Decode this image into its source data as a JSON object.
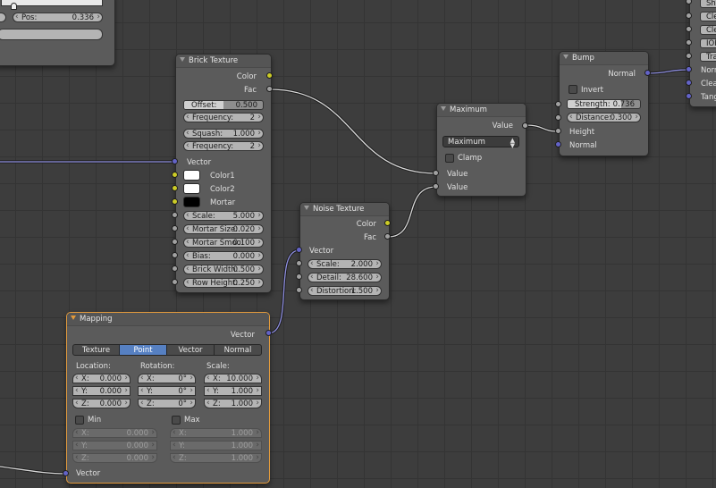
{
  "colors": {
    "yellow_socket": "#cccc27",
    "gray_socket": "#a1a1a1",
    "blue_socket": "#6363c7",
    "active_border": "#e29a3c",
    "selected_tab": "#5680c2"
  },
  "topleft": {
    "pos_label": "Pos:",
    "pos_value": "0.336"
  },
  "brick": {
    "title": "Brick Texture",
    "out_color": "Color",
    "out_fac": "Fac",
    "offset": {
      "label": "Offset:",
      "value": "0.500",
      "fraction": 0.5
    },
    "frequency1": {
      "label": "Frequency:",
      "value": "2"
    },
    "squash": {
      "label": "Squash:",
      "value": "1.000"
    },
    "frequency2": {
      "label": "Frequency:",
      "value": "2"
    },
    "in_vector": "Vector",
    "in_color1": "Color1",
    "in_color2": "Color2",
    "in_mortar": "Mortar",
    "scale": {
      "label": "Scale:",
      "value": "5.000"
    },
    "mortar_size": {
      "label": "Mortar Size:",
      "value": "0.020"
    },
    "mortar_smooth": {
      "label": "Mortar Smoo:",
      "value": "0.100"
    },
    "bias": {
      "label": "Bias:",
      "value": "0.000"
    },
    "brick_width": {
      "label": "Brick Width:",
      "value": "0.500"
    },
    "row_height": {
      "label": "Row Height:",
      "value": "0.250"
    }
  },
  "noise": {
    "title": "Noise Texture",
    "out_color": "Color",
    "out_fac": "Fac",
    "in_vector": "Vector",
    "scale": {
      "label": "Scale:",
      "value": "2.000"
    },
    "detail": {
      "label": "Detail:",
      "value": "28.600"
    },
    "distortion": {
      "label": "Distortion:",
      "value": "1.500"
    }
  },
  "maximum": {
    "title": "Maximum",
    "out_value": "Value",
    "operation": "Maximum",
    "clamp": "Clamp",
    "in_value1": "Value",
    "in_value2": "Value"
  },
  "bump": {
    "title": "Bump",
    "out_normal": "Normal",
    "invert": "Invert",
    "strength": {
      "label": "Strength:",
      "value": "0.736",
      "fraction": 0.736
    },
    "distance": {
      "label": "Distance:",
      "value": "0.300"
    },
    "in_height": "Height",
    "in_normal": "Normal"
  },
  "right": {
    "pills": [
      "Sh",
      "Cle",
      "Cle",
      "IOR",
      "Tra"
    ],
    "sockets": [
      "Norm",
      "Clea",
      "Tang"
    ]
  },
  "mapping": {
    "title": "Mapping",
    "out_vector": "Vector",
    "tabs": [
      "Texture",
      "Point",
      "Vector",
      "Normal"
    ],
    "location_label": "Location:",
    "rotation_label": "Rotation:",
    "scale_label": "Scale:",
    "loc": [
      {
        "axis": "X:",
        "value": "0.000"
      },
      {
        "axis": "Y:",
        "value": "0.000"
      },
      {
        "axis": "Z:",
        "value": "0.000"
      }
    ],
    "rot": [
      {
        "axis": "X:",
        "value": "0°"
      },
      {
        "axis": "Y:",
        "value": "0°"
      },
      {
        "axis": "Z:",
        "value": "0°"
      }
    ],
    "scl": [
      {
        "axis": "X:",
        "value": "10.000"
      },
      {
        "axis": "Y:",
        "value": "1.000"
      },
      {
        "axis": "Z:",
        "value": "1.000"
      }
    ],
    "min_label": "Min",
    "max_label": "Max",
    "min": [
      {
        "axis": "X:",
        "value": "0.000"
      },
      {
        "axis": "Y:",
        "value": "0.000"
      },
      {
        "axis": "Z:",
        "value": "0.000"
      }
    ],
    "max": [
      {
        "axis": "X:",
        "value": "1.000"
      },
      {
        "axis": "Y:",
        "value": "1.000"
      },
      {
        "axis": "Z:",
        "value": "1.000"
      }
    ],
    "in_vector": "Vector"
  }
}
